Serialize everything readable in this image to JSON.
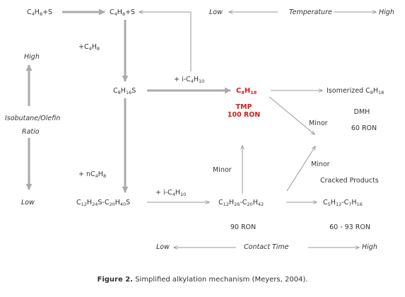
{
  "species": {
    "butene_s_left": "C4H8+S",
    "butene_s_right": "C4H8+S",
    "add_butene": "+C4H8",
    "c8h16s": "C8H16S",
    "c8h18": "C8H18",
    "tmp_label": "TMP",
    "tmp_ron": "100 RON",
    "isomerized": "Isomerized C8H18",
    "dmh_label": "DMH",
    "dmh_ron": "60 RON",
    "add_nc4h8": "+ nC4H8",
    "heavy_sulfide": "C12H24S-C20H40S",
    "add_isobutane_top": "+ i-C4H10",
    "add_isobutane_bottom": "+ i-C4H10",
    "heavy_alkane": "C12H26-C20H42",
    "heavy_ron": "90 RON",
    "cracked_label": "Cracked Products",
    "cracked_range": "C5H12-C7H16",
    "cracked_ron": "60 - 93 RON",
    "minor_1": "Minor",
    "minor_2": "Minor",
    "minor_3": "Minor"
  },
  "axes": {
    "temperature": {
      "label": "Temperature",
      "low": "Low",
      "high": "High"
    },
    "ratio": {
      "label_line1": "Isobutane/Olefin",
      "label_line2": "Ratio",
      "low": "Low",
      "high": "High"
    },
    "contact_time": {
      "label": "Contact Time",
      "low": "Low",
      "high": "High"
    }
  },
  "caption": {
    "figure_label": "Figure 2.",
    "text": "Simplified alkylation mechanism (Meyers, 2004)."
  },
  "colors": {
    "arrow_main": "#aaaaaa",
    "arrow_thin": "#999999",
    "highlight": "#cc1f1f",
    "text": "#333333"
  }
}
